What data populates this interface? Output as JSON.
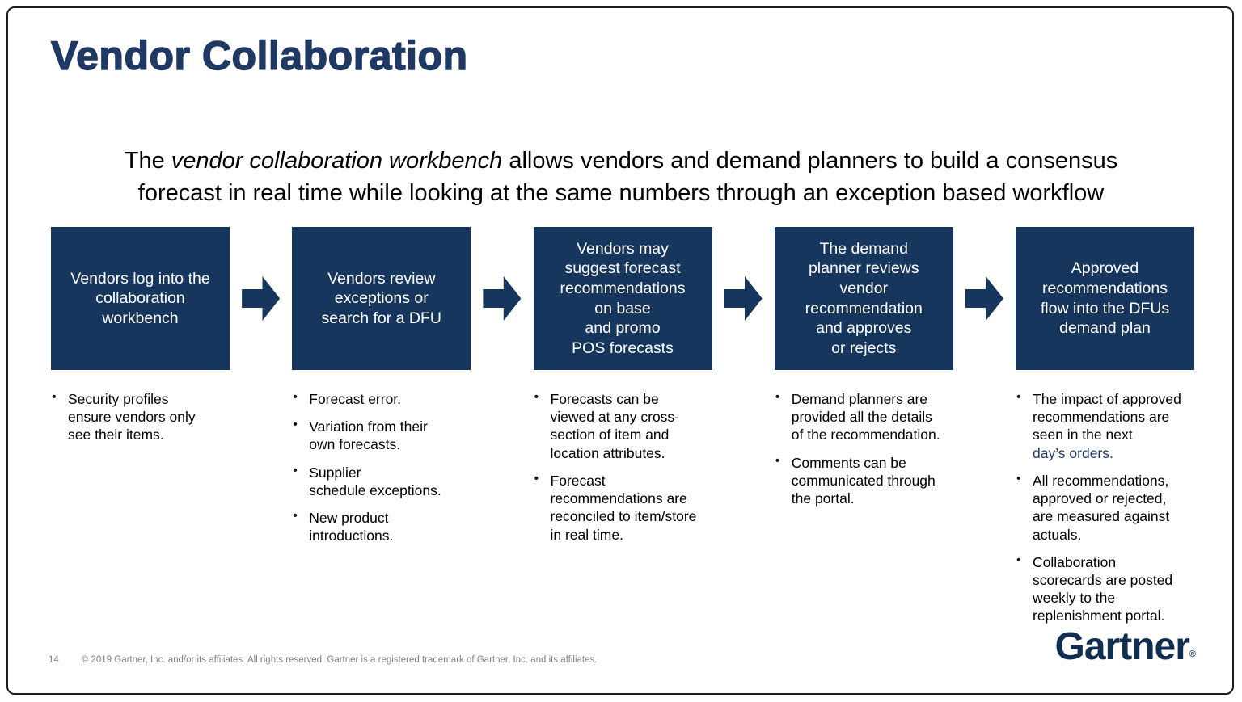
{
  "slide": {
    "title": "Vendor Collaboration",
    "subtitle": {
      "lead": "The ",
      "emphasis": "vendor collaboration workbench",
      "rest_line1": " allows vendors and demand planners to build a consensus",
      "line2": "forecast in real time while looking at the same numbers through an exception based workflow"
    },
    "stages": [
      {
        "box_lines": [
          "Vendors log into the",
          "collaboration",
          "workbench"
        ],
        "bullets": [
          {
            "lines": [
              "Security profiles",
              "ensure vendors only",
              "see their items."
            ]
          }
        ]
      },
      {
        "box_lines": [
          "Vendors review",
          "exceptions or",
          "search for a DFU"
        ],
        "bullets": [
          {
            "lines": [
              "Forecast error."
            ]
          },
          {
            "lines": [
              "Variation from their",
              "own forecasts."
            ]
          },
          {
            "lines": [
              "Supplier",
              "schedule exceptions."
            ]
          },
          {
            "lines": [
              "New product",
              "introductions."
            ]
          }
        ]
      },
      {
        "box_lines": [
          "Vendors may",
          "suggest forecast",
          "recommendations",
          "on base",
          "and promo",
          "POS forecasts"
        ],
        "bullets": [
          {
            "lines": [
              "Forecasts can be",
              "viewed at any cross-",
              "section of item and",
              "location attributes."
            ]
          },
          {
            "lines": [
              "Forecast",
              "recommendations are",
              "reconciled to item/store",
              "in real time."
            ]
          }
        ]
      },
      {
        "box_lines": [
          "The demand",
          "planner reviews",
          "vendor",
          "recommendation",
          "and approves",
          "or rejects"
        ],
        "bullets": [
          {
            "lines": [
              "Demand planners are",
              "provided all the details",
              "of the recommendation."
            ]
          },
          {
            "lines": [
              "Comments can be",
              "communicated through",
              "the portal."
            ]
          }
        ]
      },
      {
        "box_lines": [
          "Approved",
          "recommendations",
          "flow into the DFUs",
          "demand plan"
        ],
        "bullets": [
          {
            "lines": [
              "The impact of approved",
              "recommendations are",
              "seen in the next"
            ],
            "accent": "day’s orders."
          },
          {
            "lines": [
              "All recommendations,",
              "approved or rejected,",
              "are measured against",
              "actuals."
            ]
          },
          {
            "lines": [
              "Collaboration",
              "scorecards are posted",
              "weekly to the",
              "replenishment portal."
            ]
          }
        ]
      }
    ],
    "footer": {
      "page_number": "14",
      "copyright": "© 2019 Gartner, Inc. and/or its affiliates. All rights reserved. Gartner is a registered trademark of Gartner, Inc. and its affiliates."
    },
    "logo": {
      "text": "Gartner",
      "mark": "®"
    },
    "colors": {
      "box_navy": "#17365D",
      "title_navy": "#1F3864",
      "accent_text_navy": "#1F3864",
      "logo_navy": "#112E51",
      "footer_gray": "#808080"
    }
  }
}
